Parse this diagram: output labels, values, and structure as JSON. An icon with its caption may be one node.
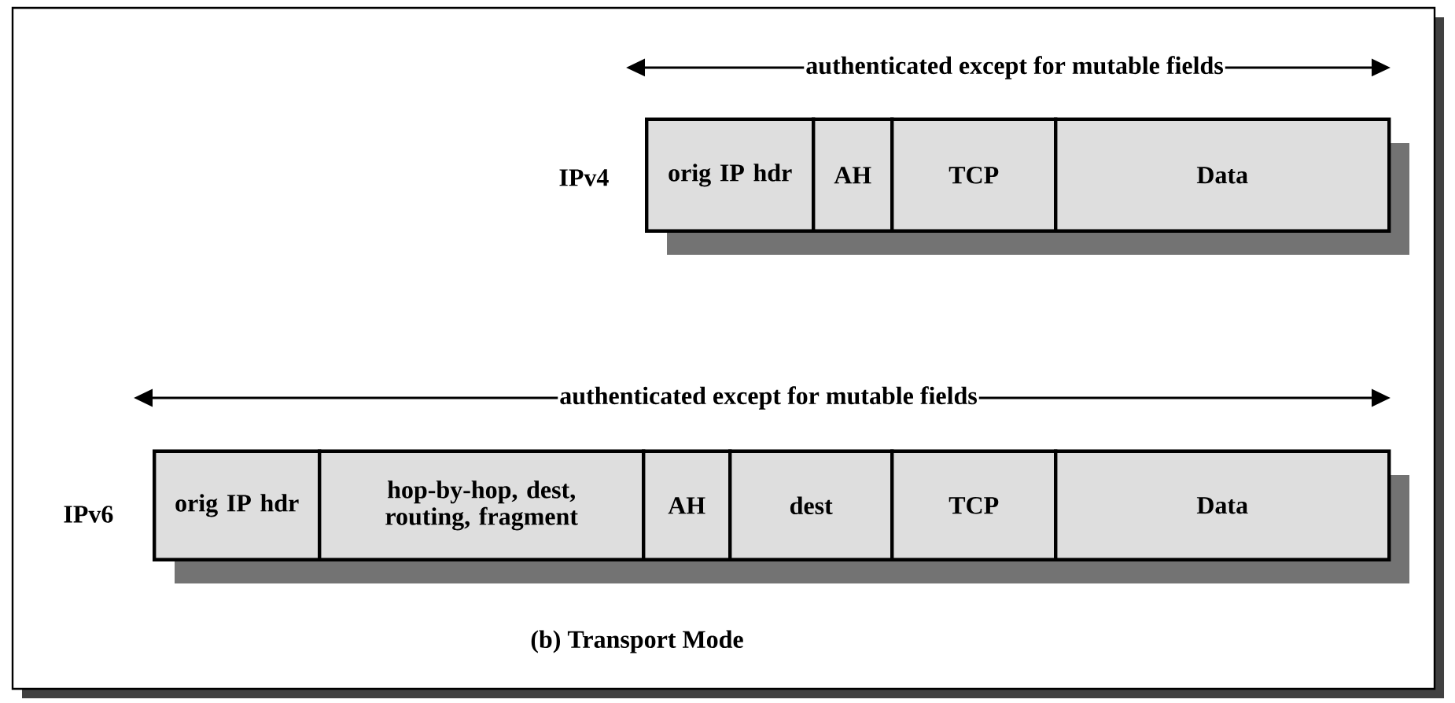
{
  "diagram": {
    "caption": "(b) Transport Mode",
    "nodes": [
      {
        "text": [
          "orig IP hdr"
        ]
      },
      {
        "text": [
          "AH"
        ]
      },
      {
        "text": [
          "TCP"
        ]
      },
      {
        "text": [
          "Data"
        ]
      },
      {
        "text": [
          "orig IP hdr"
        ]
      },
      {
        "text": [
          "hop-by-hop, dest, routing, fragment"
        ]
      },
      {
        "text": [
          "AH"
        ]
      },
      {
        "text": [
          "dest"
        ]
      },
      {
        "text": [
          "TCP"
        ]
      },
      {
        "text": [
          "Data"
        ]
      }
    ],
    "labels": [
      "authenticated except for mutable fields",
      "IPv4",
      "authenticated except for mutable fields",
      "IPv6"
    ]
  }
}
